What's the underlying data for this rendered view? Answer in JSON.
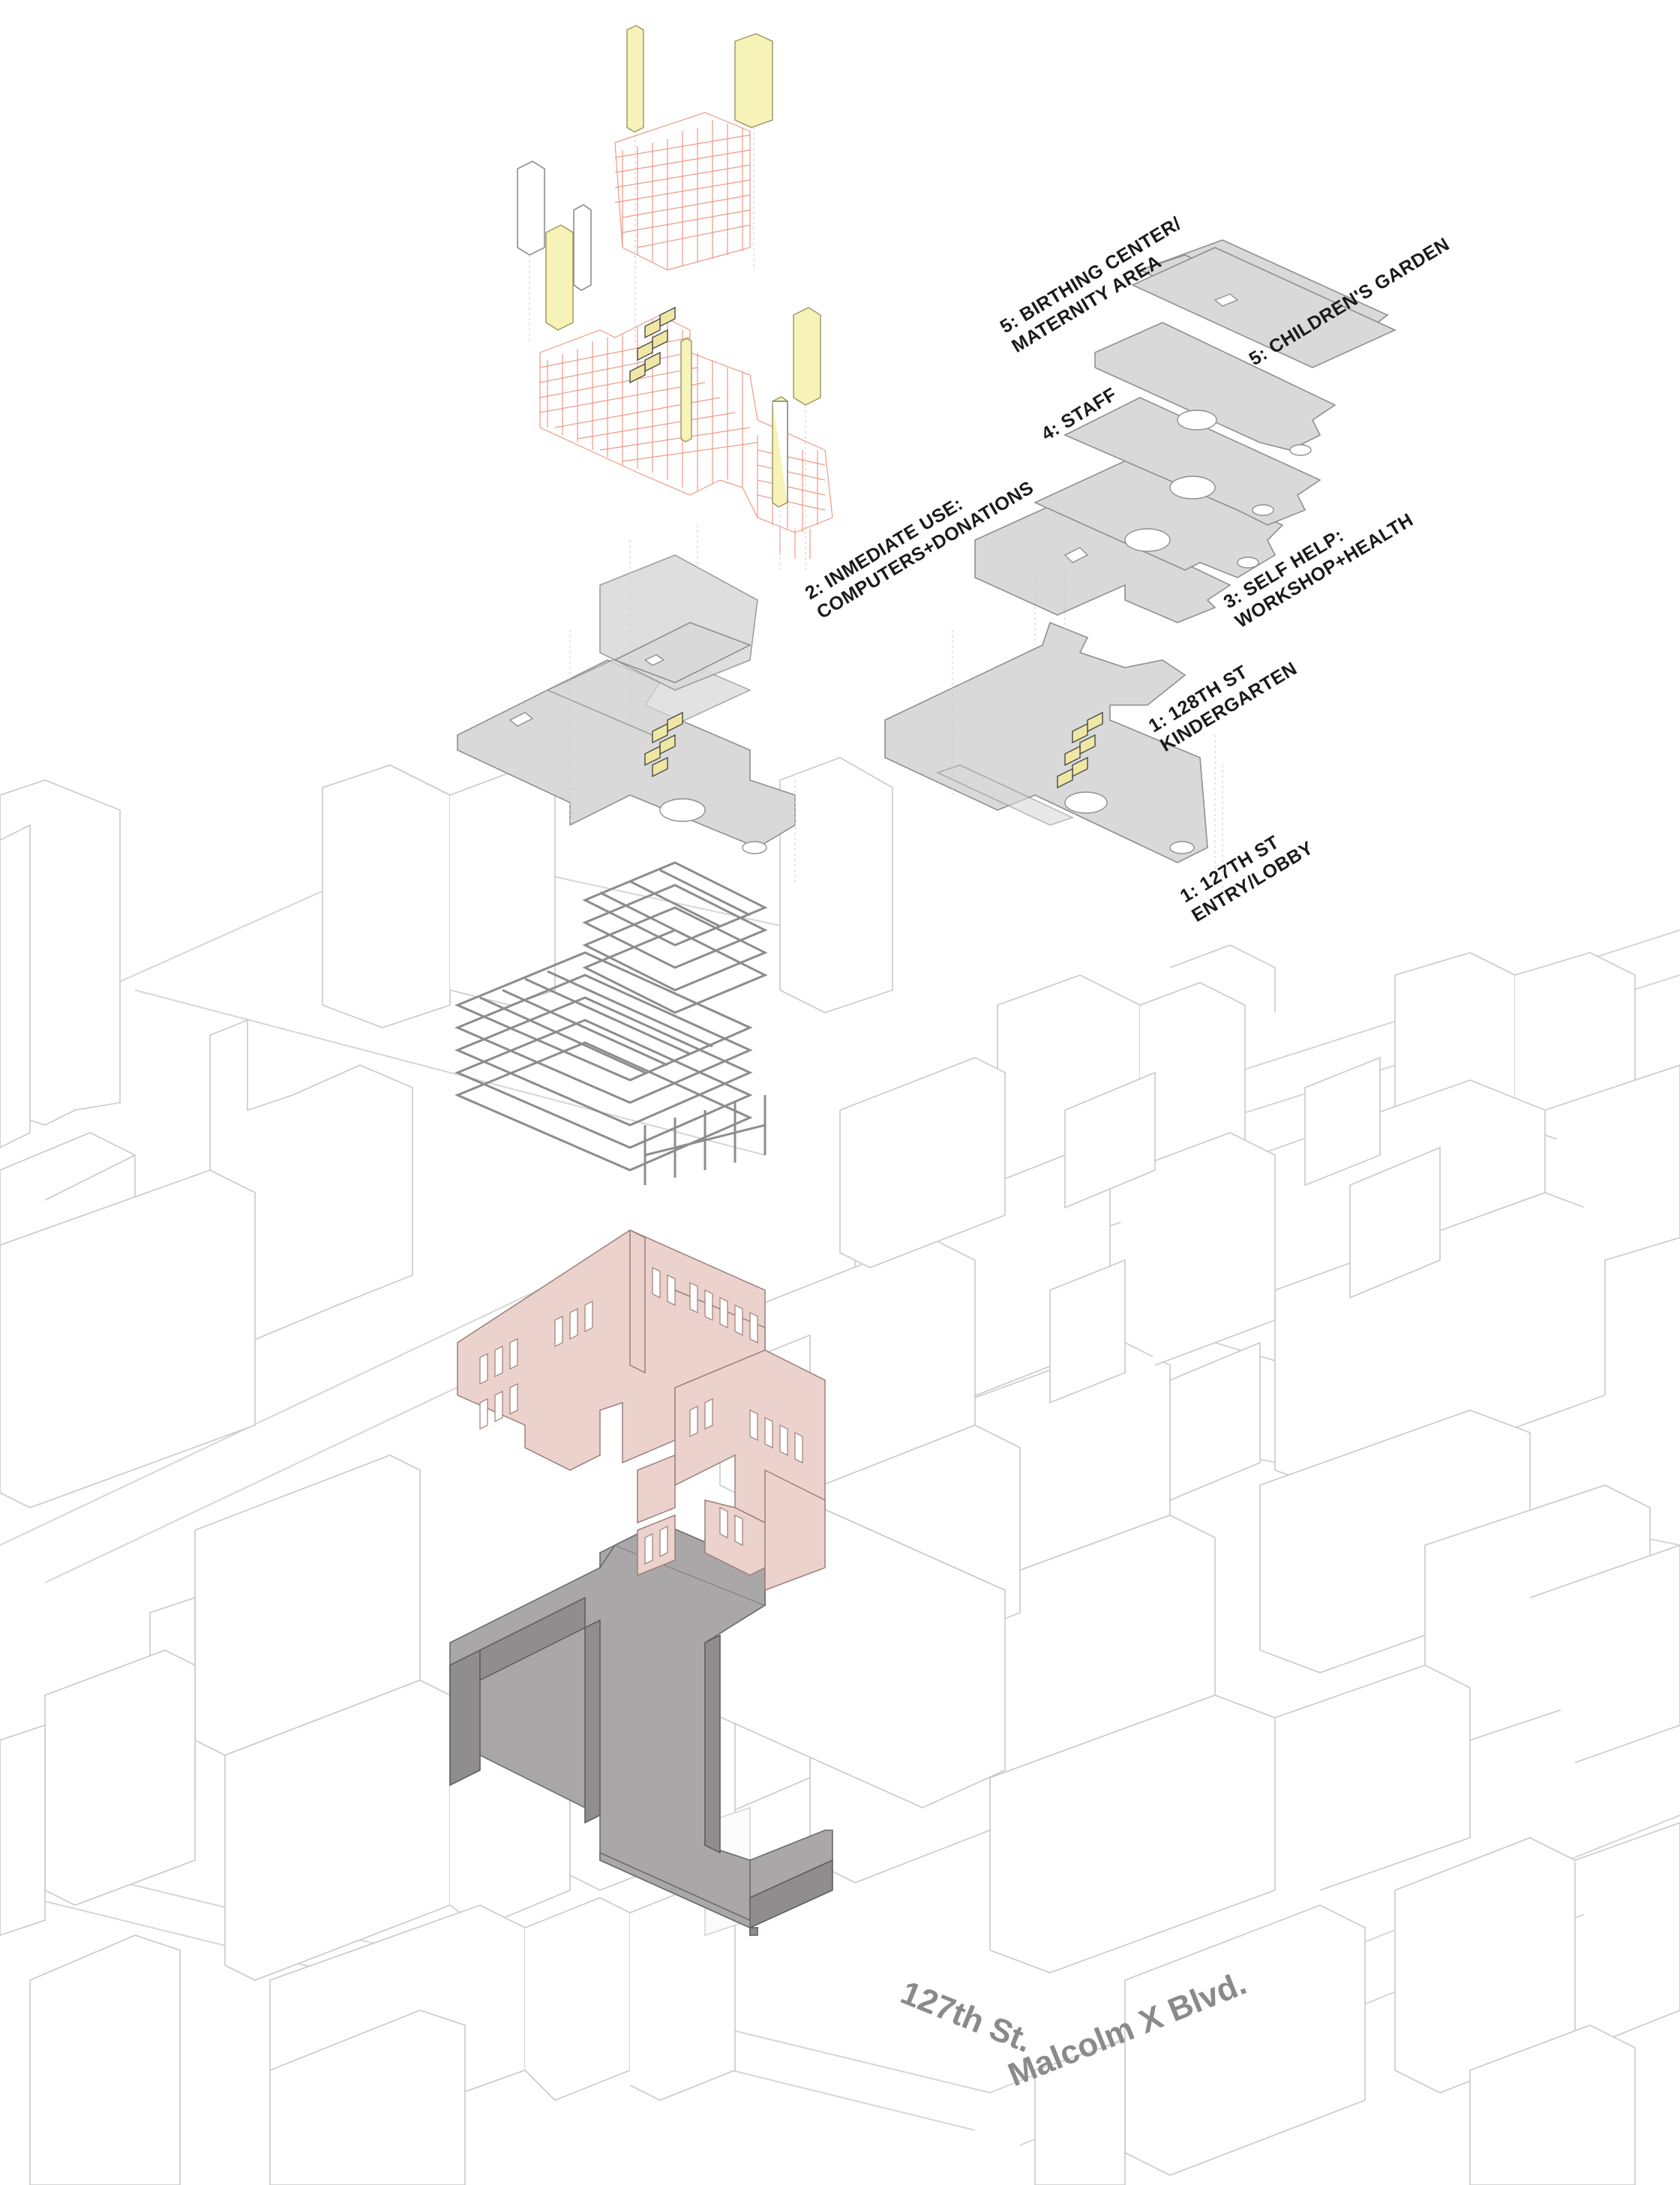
{
  "labels": {
    "birthing_center": [
      "5: BIRTHING CENTER/",
      "MATERNITY AREA"
    ],
    "childrens_garden": "5: CHILDREN'S GARDEN",
    "staff": "4: STAFF",
    "immediate_use": [
      "2: INMEDIATE USE:",
      "COMPUTERS+DONATIONS"
    ],
    "self_help": [
      "3: SELF HELP:",
      "WORKSHOP+HEALTH"
    ],
    "kindergarten": [
      "1: 128TH ST",
      "KINDERGARTEN"
    ],
    "entry_lobby": [
      "1: 127TH ST",
      "ENTRY/LOBBY"
    ]
  },
  "streets": {
    "street_127": "127th St.",
    "malcolm_x": "Malcolm X Blvd."
  },
  "colors": {
    "slab": "#d9d9d9",
    "core": "#f6f2b8",
    "mesh": "#ef9a86",
    "facade": "#ecd2cc",
    "existing_mass": "#a9a7a8",
    "context": "#c9c9c9"
  }
}
